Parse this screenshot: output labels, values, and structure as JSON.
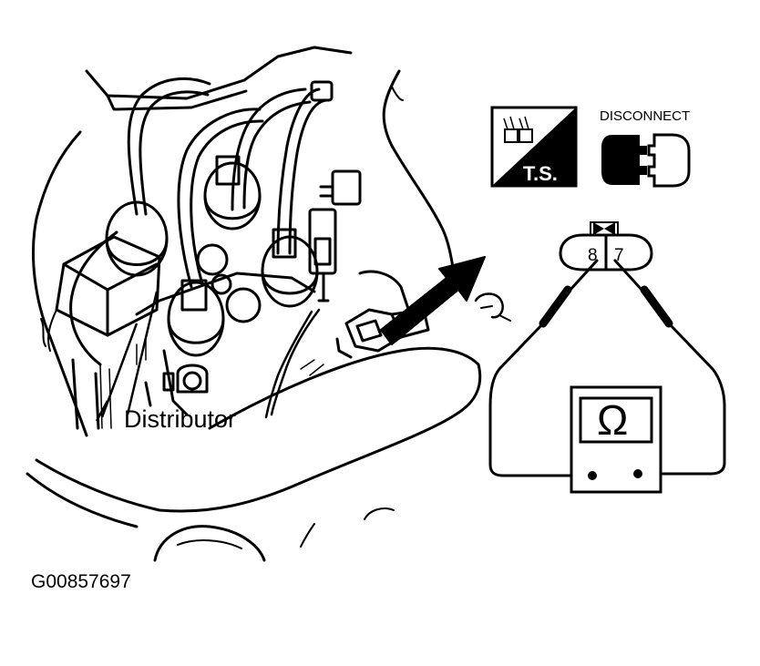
{
  "labels": {
    "distributor": "Distributor",
    "disconnect": "DISCONNECT",
    "ts": "T.S.",
    "pin_left": "8",
    "pin_right": "7",
    "ohm": "Ω",
    "figure_id": "G00857697"
  },
  "icons": {
    "ts_badge": "ts-test-icon",
    "disconnect": "connector-disconnect-icon",
    "meter": "ohmmeter-icon"
  },
  "colors": {
    "ink": "#000000",
    "paper": "#ffffff"
  }
}
